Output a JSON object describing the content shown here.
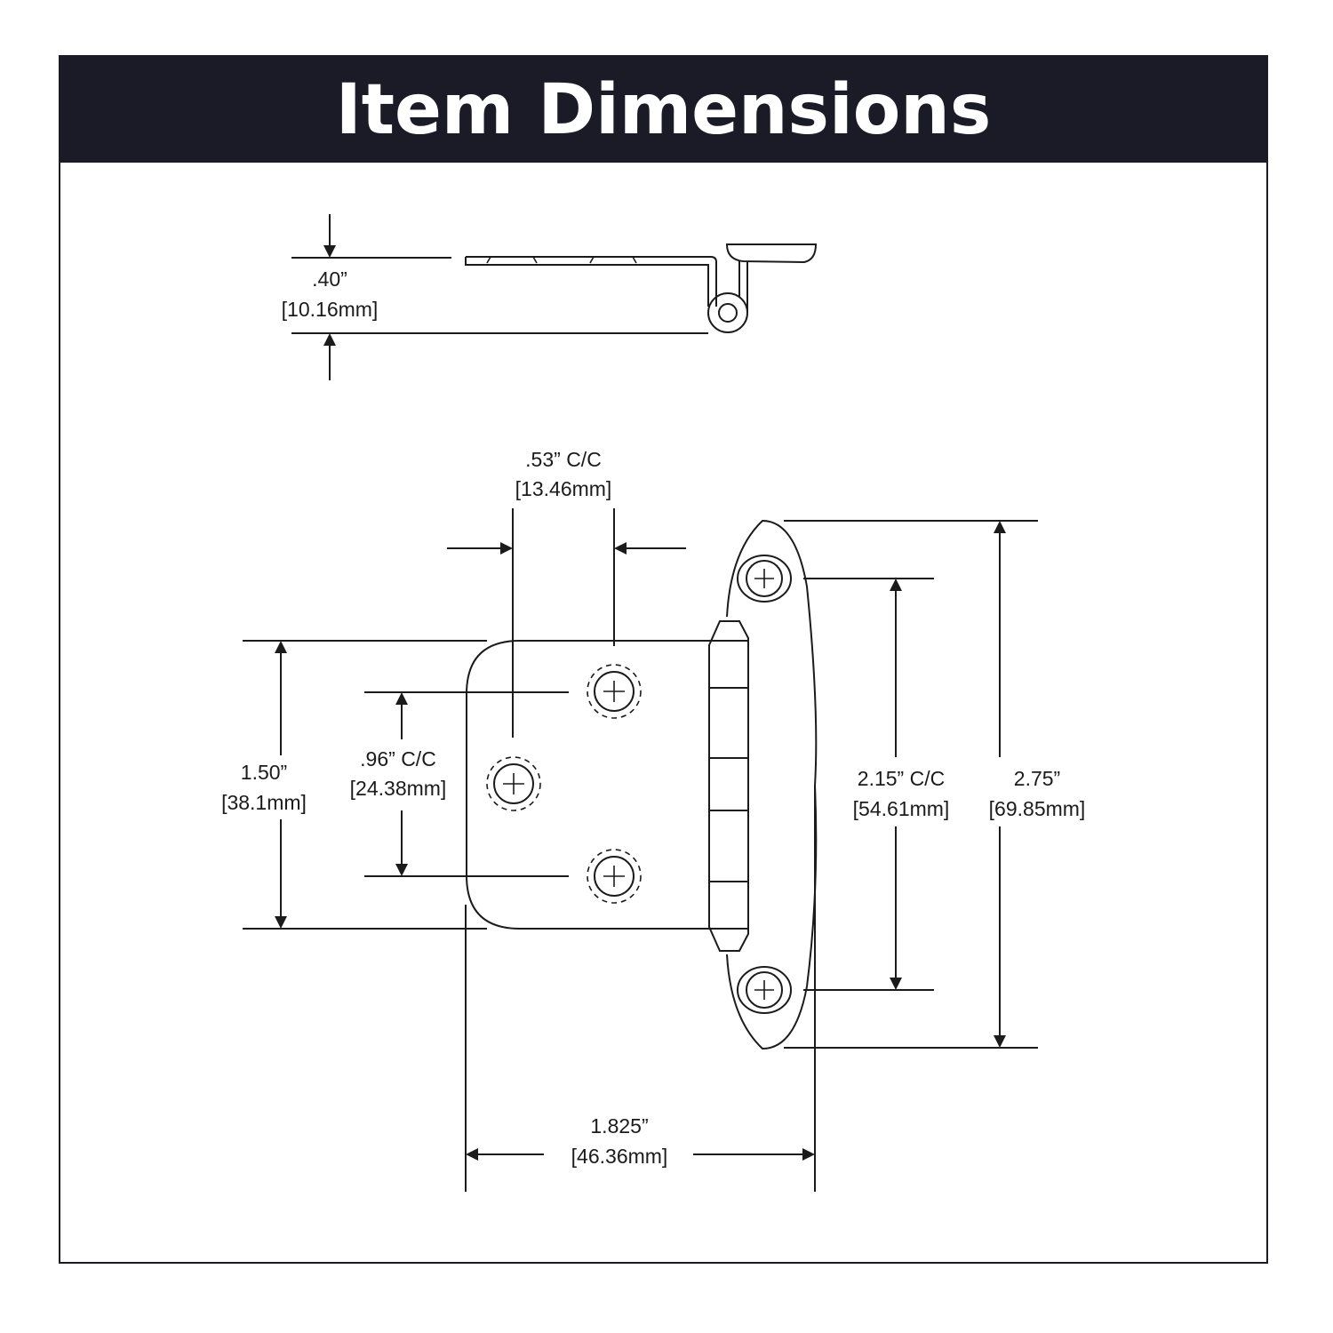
{
  "header": {
    "title": "Item Dimensions"
  },
  "colors": {
    "header_bg": "#1b1b27",
    "header_text": "#ffffff",
    "line": "#1b1b1b"
  },
  "side_view": {
    "thickness": {
      "imperial": ".40”",
      "metric": "[10.16mm]"
    }
  },
  "front_view": {
    "hole_spacing_horizontal": {
      "imperial": ".53” C/C",
      "metric": "[13.46mm]"
    },
    "leaf_height": {
      "imperial": "1.50”",
      "metric": "[38.1mm]"
    },
    "hole_spacing_vertical": {
      "imperial": ".96” C/C",
      "metric": "[24.38mm]"
    },
    "frame_hole_spacing": {
      "imperial": "2.15” C/C",
      "metric": "[54.61mm]"
    },
    "overall_height": {
      "imperial": "2.75”",
      "metric": "[69.85mm]"
    },
    "overall_width": {
      "imperial": "1.825”",
      "metric": "[46.36mm]"
    }
  }
}
